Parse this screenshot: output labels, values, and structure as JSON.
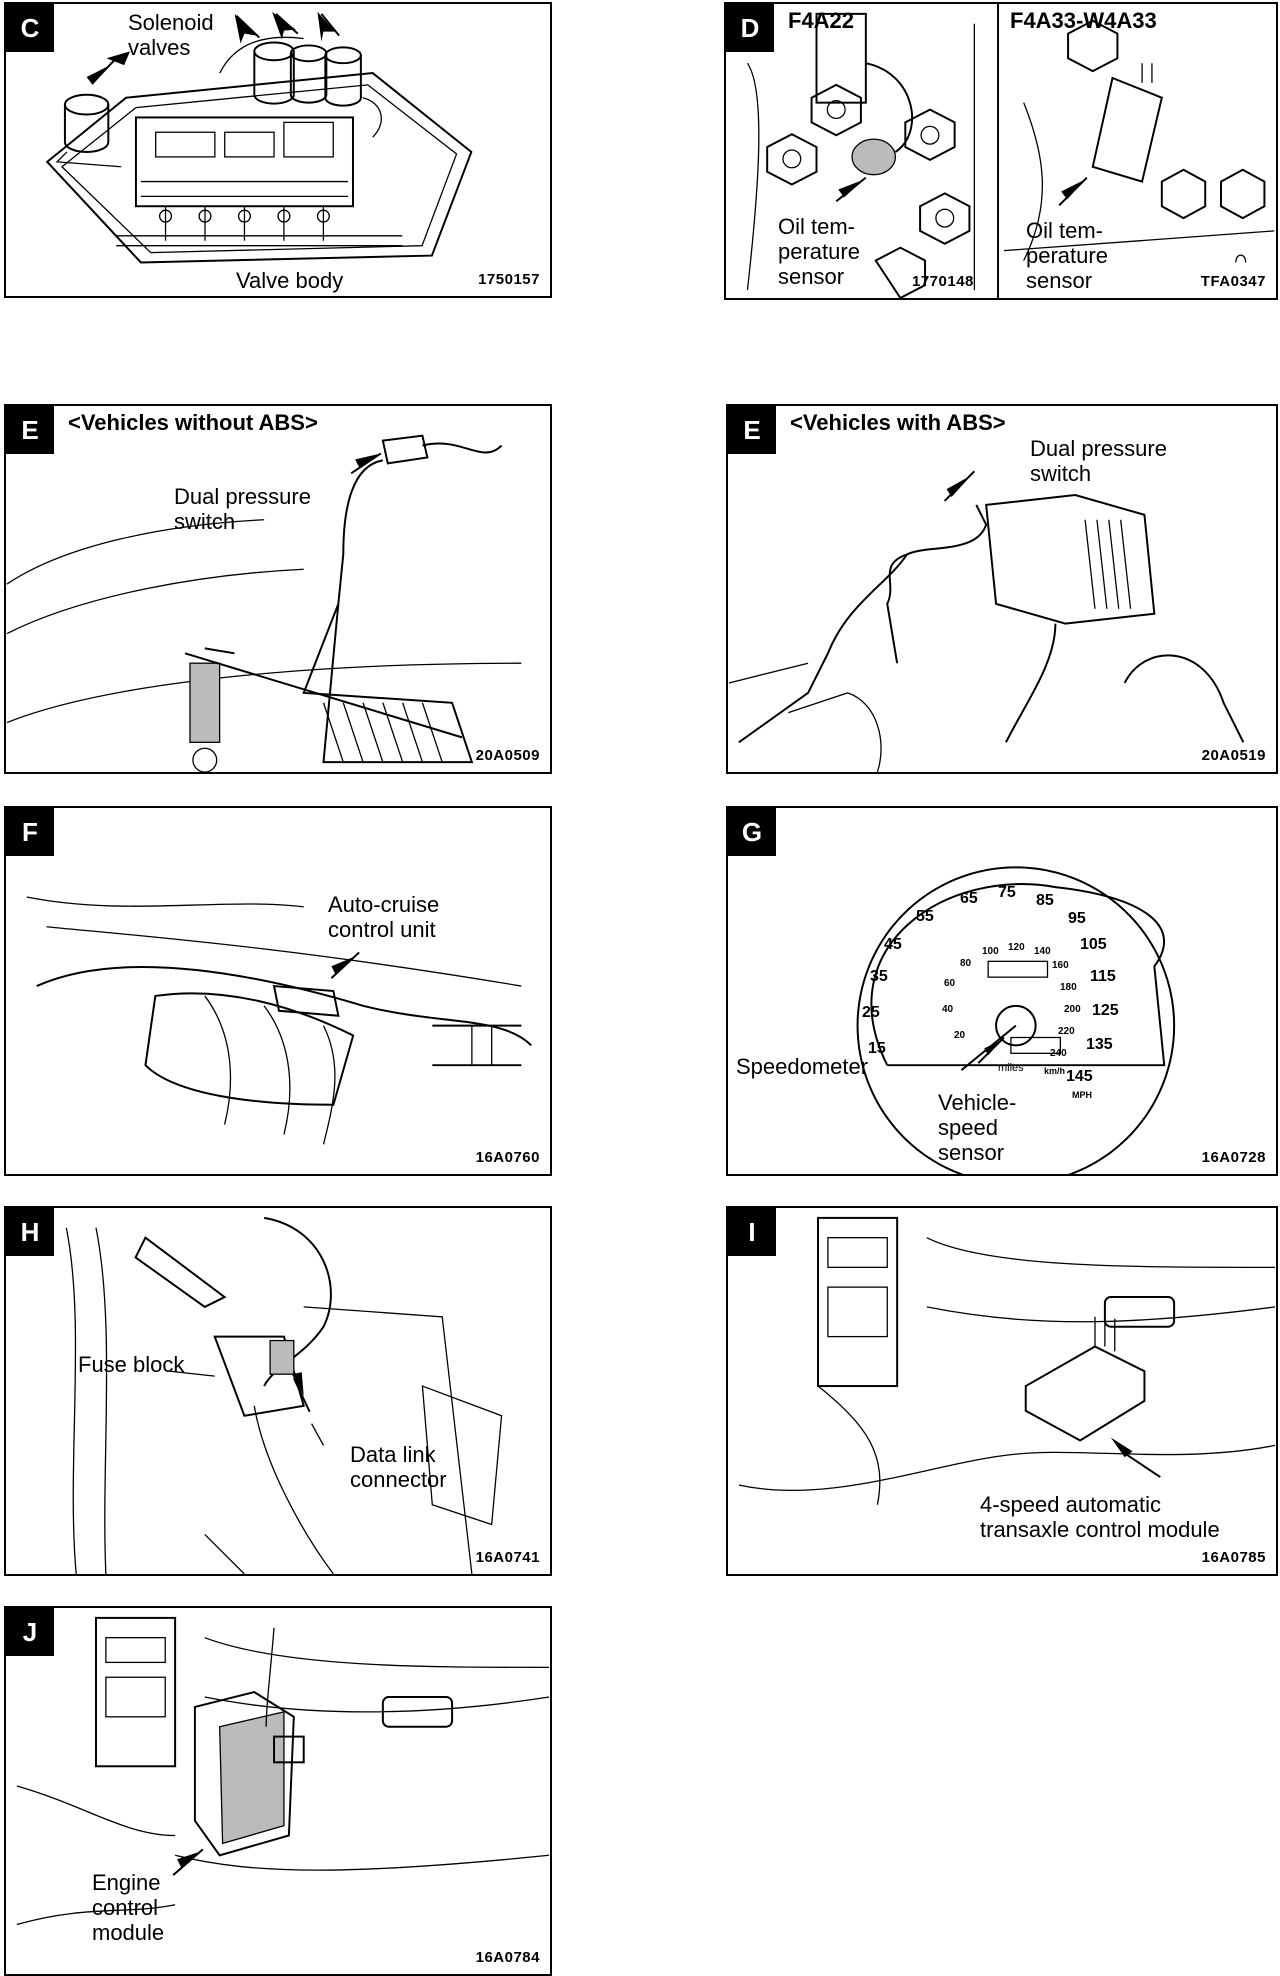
{
  "panels": {
    "c": {
      "letter": "C",
      "labels": [
        "Solenoid\nvalves",
        "Valve  body"
      ],
      "code": "1750157"
    },
    "d": {
      "letter": "D",
      "sub1": "F4A22",
      "sub2": "F4A33-W4A33",
      "labels": [
        "Oil  tem-\nperature\nsensor",
        "Oil  tem-\nperature\nsensor"
      ],
      "code1": "1770148",
      "code2": "TFA0347"
    },
    "e1": {
      "letter": "E",
      "header": "<Vehicles without ABS>",
      "labels": [
        "Dual pressure\nswitch"
      ],
      "code": "20A0509"
    },
    "e2": {
      "letter": "E",
      "header": "<Vehicles with ABS>",
      "labels": [
        "Dual pressure\nswitch"
      ],
      "code": "20A0519"
    },
    "f": {
      "letter": "F",
      "labels": [
        "Auto-cruise\ncontrol unit"
      ],
      "code": "16A0760"
    },
    "g": {
      "letter": "G",
      "labels": [
        "Speedometer",
        "Vehicle-\nspeed\nsensor"
      ],
      "code": "16A0728",
      "mph": [
        "15",
        "25",
        "35",
        "45",
        "55",
        "65",
        "75",
        "85",
        "95",
        "105",
        "115",
        "125",
        "135",
        "145"
      ],
      "kmh": [
        "20",
        "40",
        "60",
        "80",
        "100",
        "120",
        "140",
        "160",
        "180",
        "200",
        "220",
        "240"
      ],
      "units": [
        "miles",
        "km/h",
        "MPH"
      ]
    },
    "h": {
      "letter": "H",
      "labels": [
        "Fuse  block",
        "Data link\nconnector"
      ],
      "code": "16A0741"
    },
    "i": {
      "letter": "I",
      "labels": [
        "4-speed automatic\ntransaxle control module"
      ],
      "code": "16A0785"
    },
    "j": {
      "letter": "J",
      "labels": [
        "Engine\ncontrol\nmodule"
      ],
      "code": "16A0784"
    }
  }
}
